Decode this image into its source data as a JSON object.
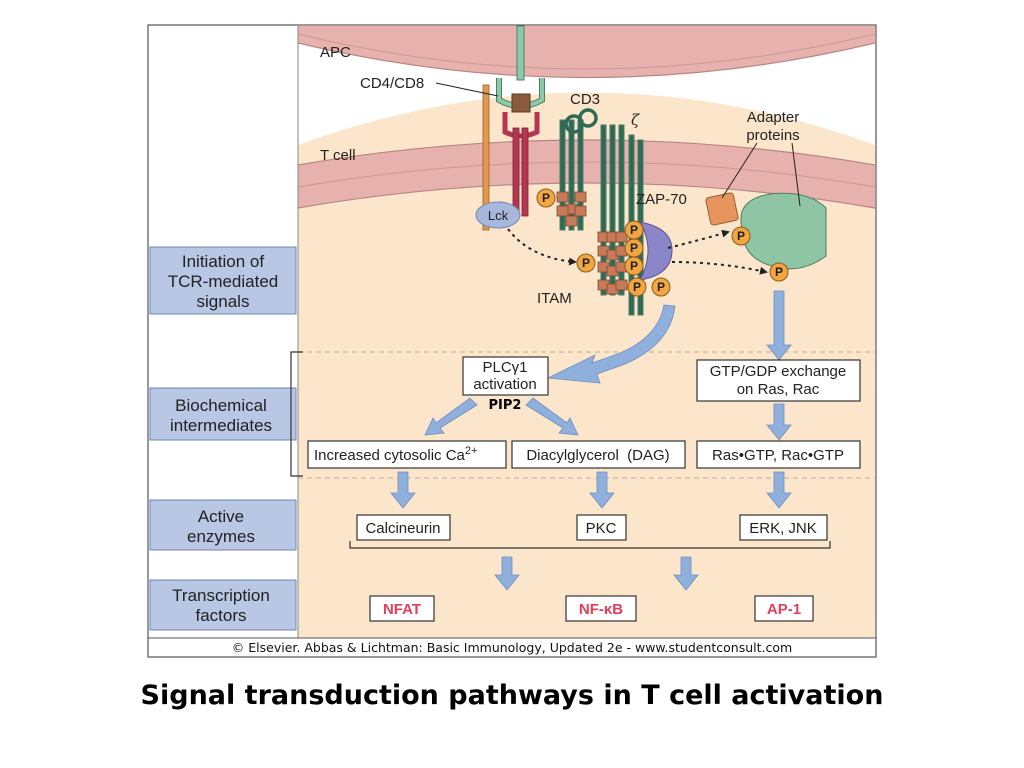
{
  "figure": {
    "labels": {
      "apc": "APC",
      "cd4cd8": "CD4/CD8",
      "cd3": "CD3",
      "zeta": "ζ",
      "tcell": "T cell",
      "adapter": [
        "Adapter",
        "proteins"
      ],
      "zap70": "ZAP-70",
      "lck": "Lck",
      "itam": "ITAM",
      "phospho": "P"
    },
    "stages": [
      {
        "lines": [
          "Initiation of",
          "TCR-mediated",
          "signals"
        ]
      },
      {
        "lines": [
          "Biochemical",
          "intermediates"
        ]
      },
      {
        "lines": [
          "Active",
          "enzymes"
        ]
      },
      {
        "lines": [
          "Transcription",
          "factors"
        ]
      }
    ],
    "nodes": {
      "plc_line1": "PLCγ1",
      "plc_line2": "activation",
      "pip2": "PIP2",
      "gtp_line1": "GTP/GDP exchange",
      "gtp_line2": "on Ras, Rac",
      "ca_text": "Increased cytosolic Ca",
      "ca_sup": "2+",
      "dag": "Diacylglycerol  (DAG)",
      "rasgtp": "Ras•GTP, Rac•GTP",
      "calcineurin": "Calcineurin",
      "pkc": "PKC",
      "erkjnk": "ERK, JNK"
    },
    "transcription_factors": [
      "NFAT",
      "NF-κB",
      "AP-1"
    ],
    "colors": {
      "membrane": "#e7b1ae",
      "membrane_line": "#b98683",
      "cytoplasm": "#fce6cb",
      "arrow": "#8fb0dc",
      "phospho_fill": "#f2a640",
      "zap70": "#8b86c9",
      "adapter": "#8fc4a5",
      "lck": "#a8b8dc",
      "stage_box": "#b7c7e4",
      "tf_text": "#e2405a"
    },
    "copyright": "© Elsevier. Abbas & Lichtman: Basic Immunology, Updated 2e - www.studentconsult.com"
  },
  "caption": "Signal transduction pathways in T cell activation"
}
